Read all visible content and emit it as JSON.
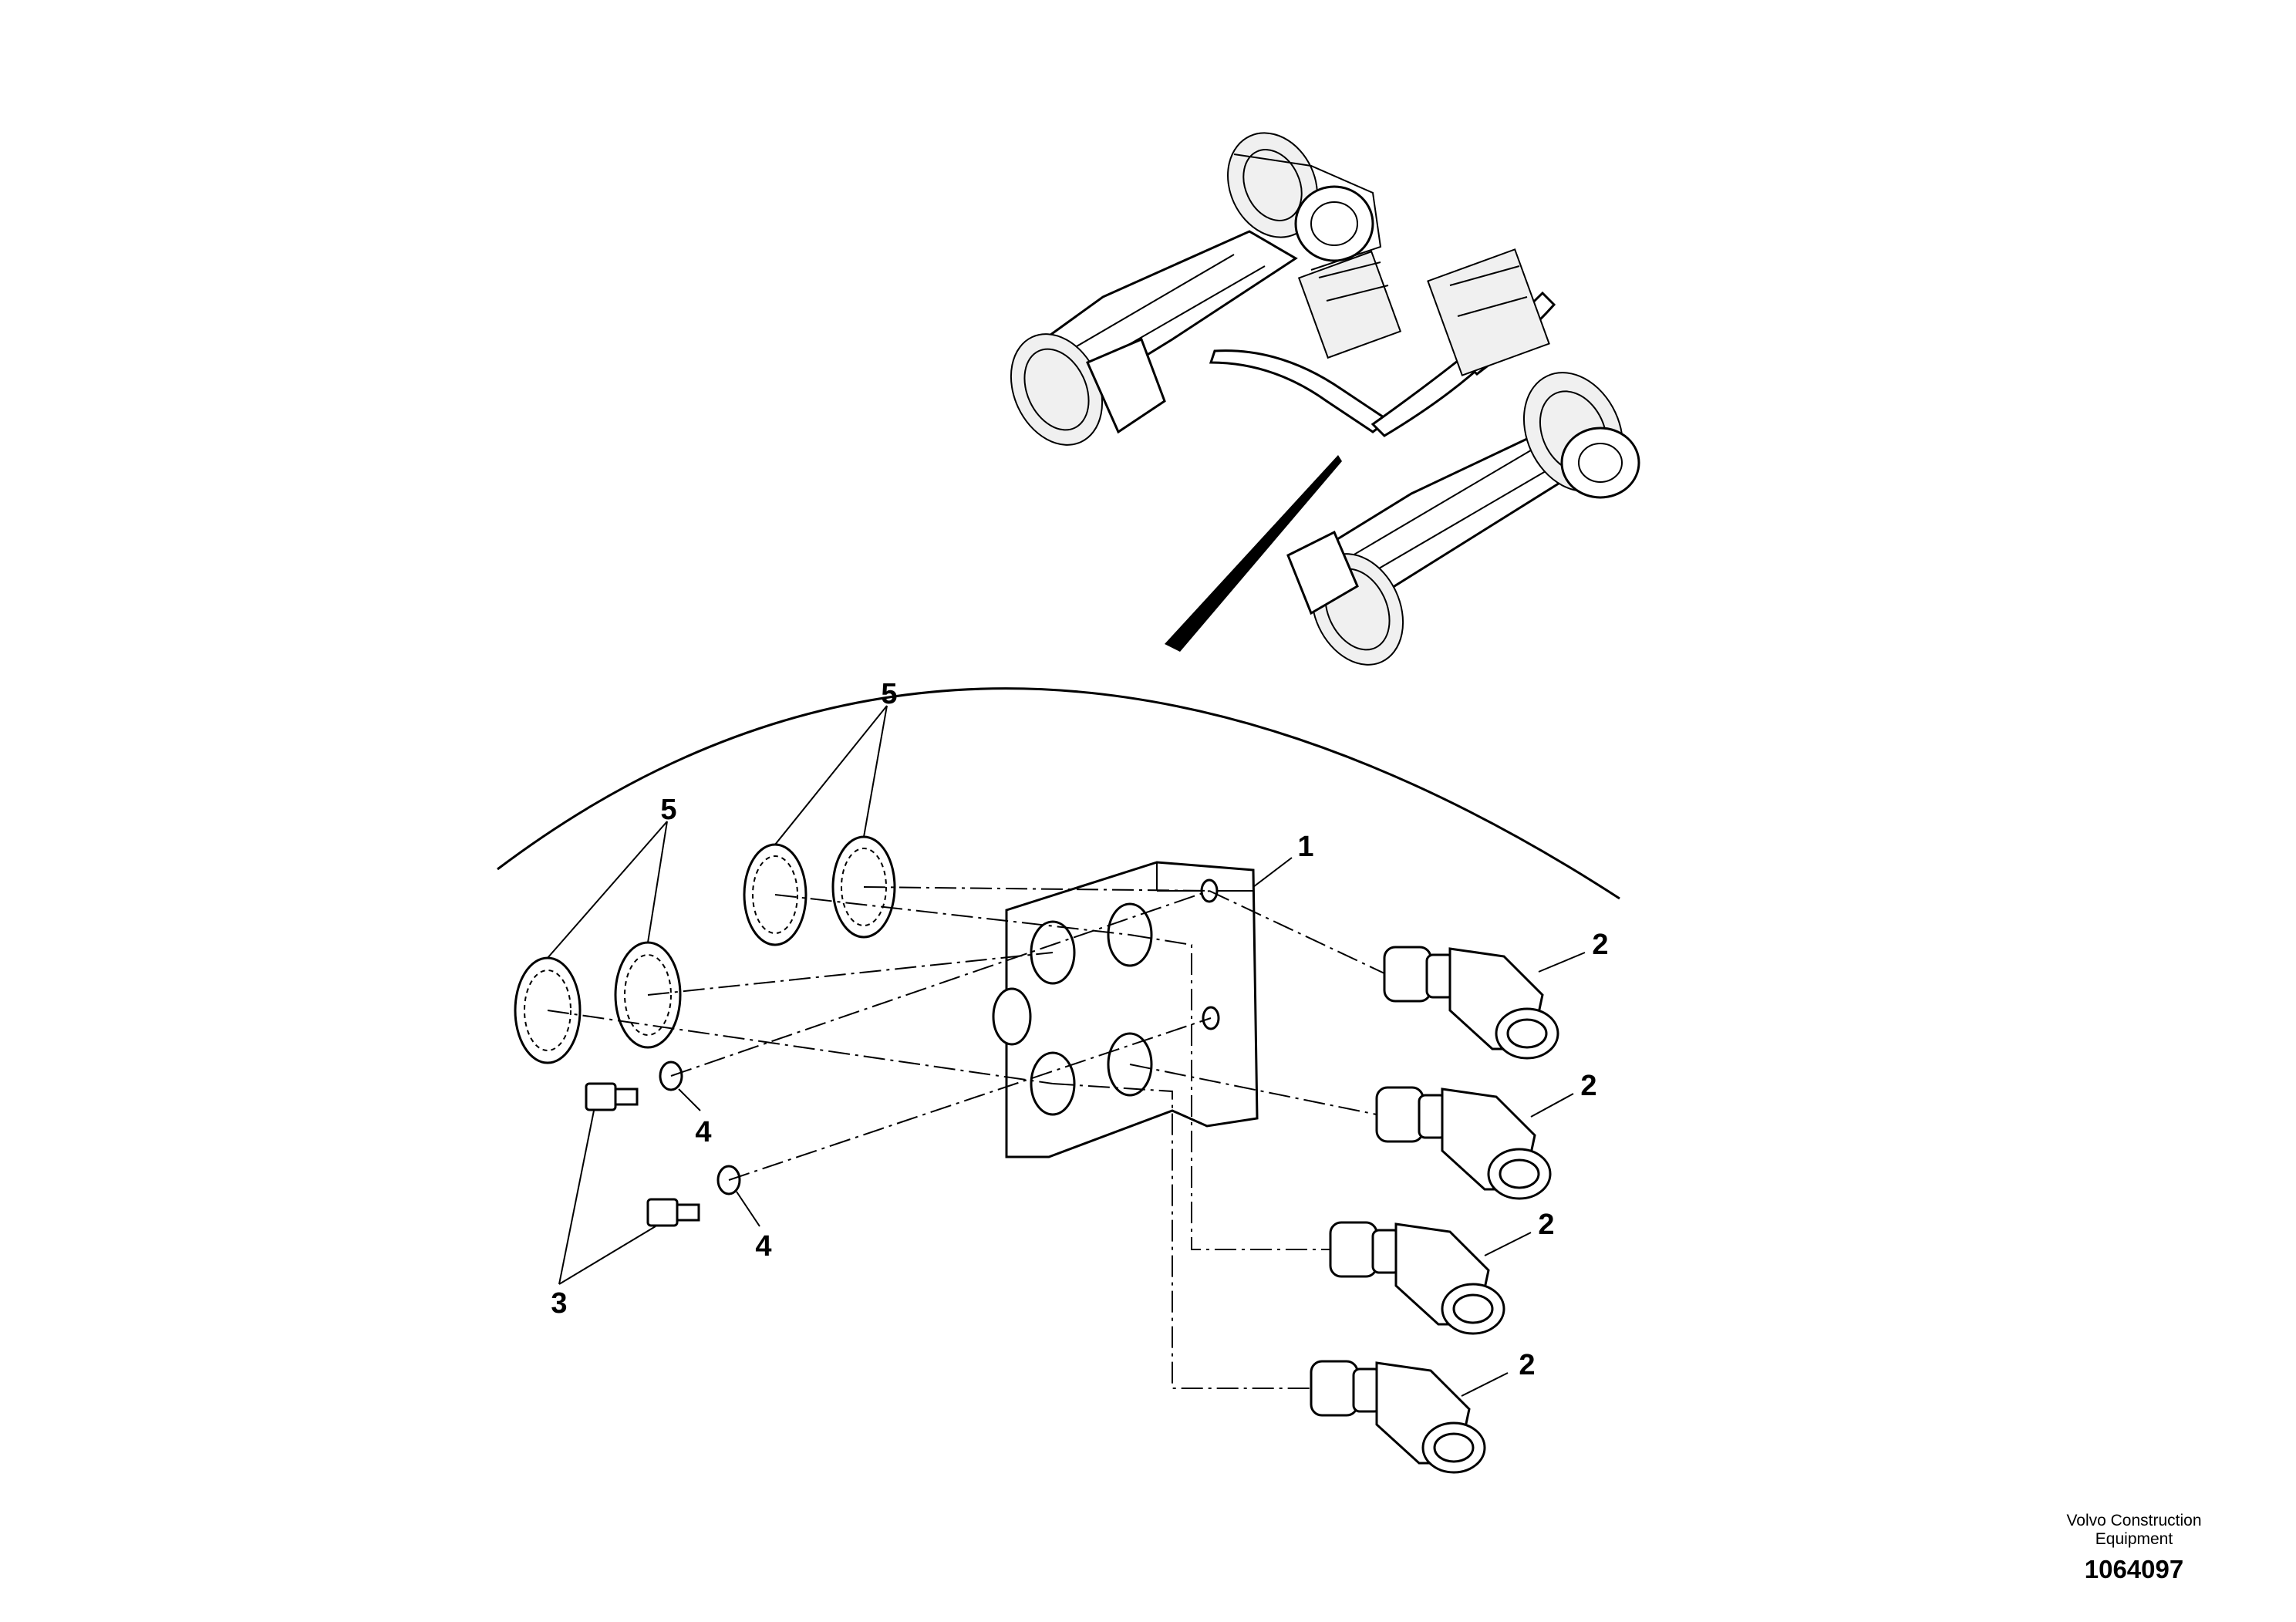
{
  "callouts": {
    "c1": "1",
    "c2a": "2",
    "c2b": "2",
    "c2c": "2",
    "c2d": "2",
    "c3": "3",
    "c4a": "4",
    "c4b": "4",
    "c5a": "5",
    "c5b": "5"
  },
  "credit": {
    "organization_line1": "Volvo Construction",
    "organization_line2": "Equipment",
    "drawing_number": "1064097"
  }
}
